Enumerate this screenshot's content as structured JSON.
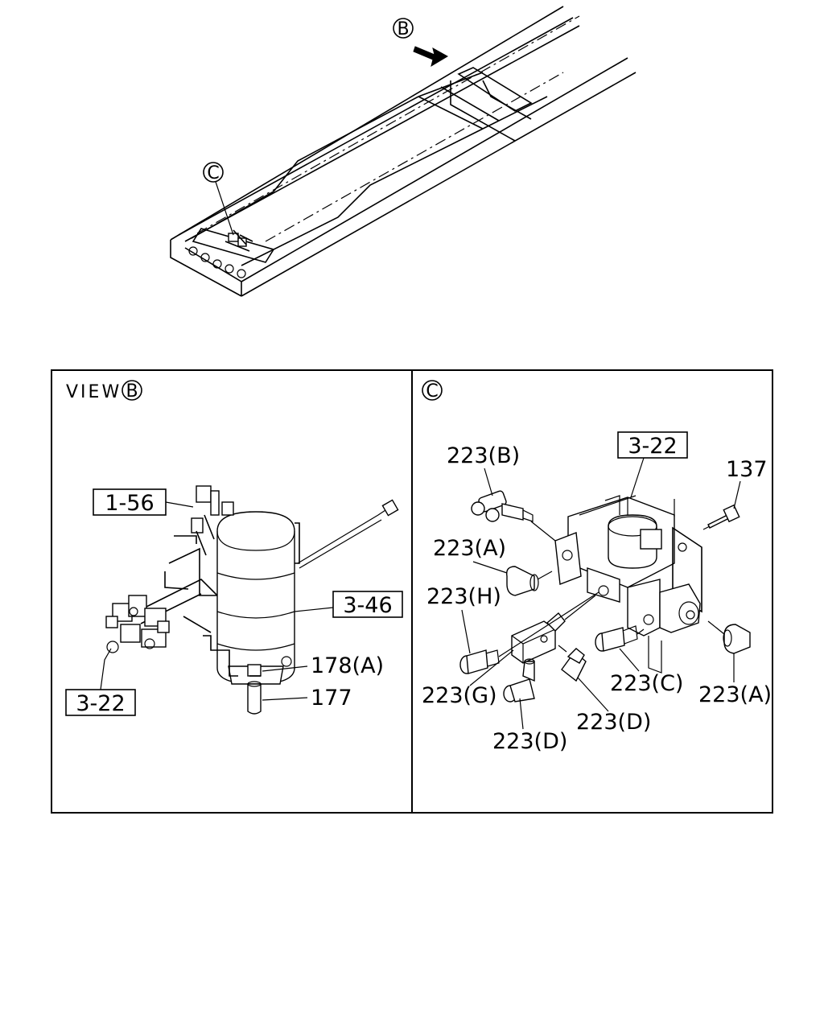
{
  "overview": {
    "callout_b": "B",
    "callout_c": "C"
  },
  "view_b": {
    "title": "VIEW",
    "title_callout": "B",
    "refs": {
      "ref_1_56": "1-56",
      "ref_3_46": "3-46",
      "ref_3_22": "3-22"
    },
    "parts": {
      "p178a": "178(A)",
      "p177": "177"
    }
  },
  "view_c": {
    "title_callout": "C",
    "refs": {
      "ref_3_22": "3-22"
    },
    "parts": {
      "p137": "137",
      "p223b": "223(B)",
      "p223a_left": "223(A)",
      "p223h": "223(H)",
      "p223g": "223(G)",
      "p223d_left": "223(D)",
      "p223d_mid": "223(D)",
      "p223c": "223(C)",
      "p223a_right": "223(A)"
    }
  }
}
